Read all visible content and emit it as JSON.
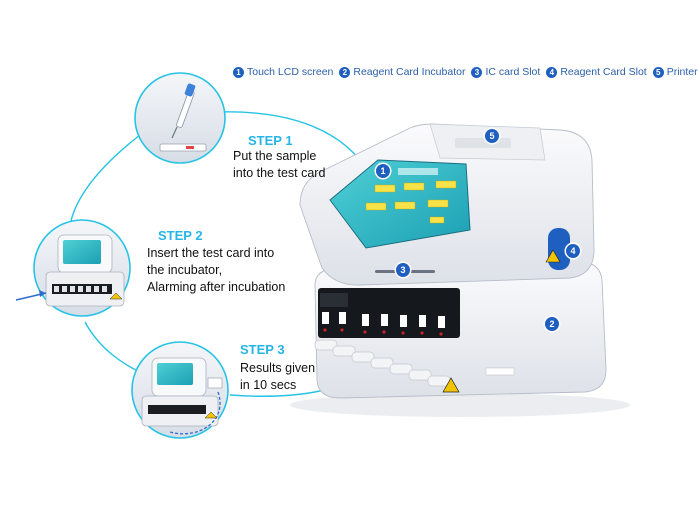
{
  "legend": {
    "items": [
      {
        "num": "1",
        "label": "Touch LCD screen"
      },
      {
        "num": "2",
        "label": "Reagent Card Incubator"
      },
      {
        "num": "3",
        "label": "IC  card Slot"
      },
      {
        "num": "4",
        "label": "Reagent Card Slot"
      },
      {
        "num": "5",
        "label": "Printer"
      }
    ]
  },
  "steps": [
    {
      "title": "STEP 1",
      "lines": [
        "Put the sample",
        "into the test card"
      ]
    },
    {
      "title": "STEP 2",
      "lines": [
        "Insert the test card into",
        "the incubator,",
        "Alarming after incubation"
      ]
    },
    {
      "title": "STEP 3",
      "lines": [
        "Results given",
        "in 10 secs"
      ]
    }
  ],
  "callouts": {
    "c1": "1",
    "c2": "2",
    "c3": "3",
    "c4": "4",
    "c5": "5"
  },
  "colors": {
    "accent": "#27b5e8",
    "badge": "#1f5fbf",
    "screen": "#2fb7c4"
  }
}
